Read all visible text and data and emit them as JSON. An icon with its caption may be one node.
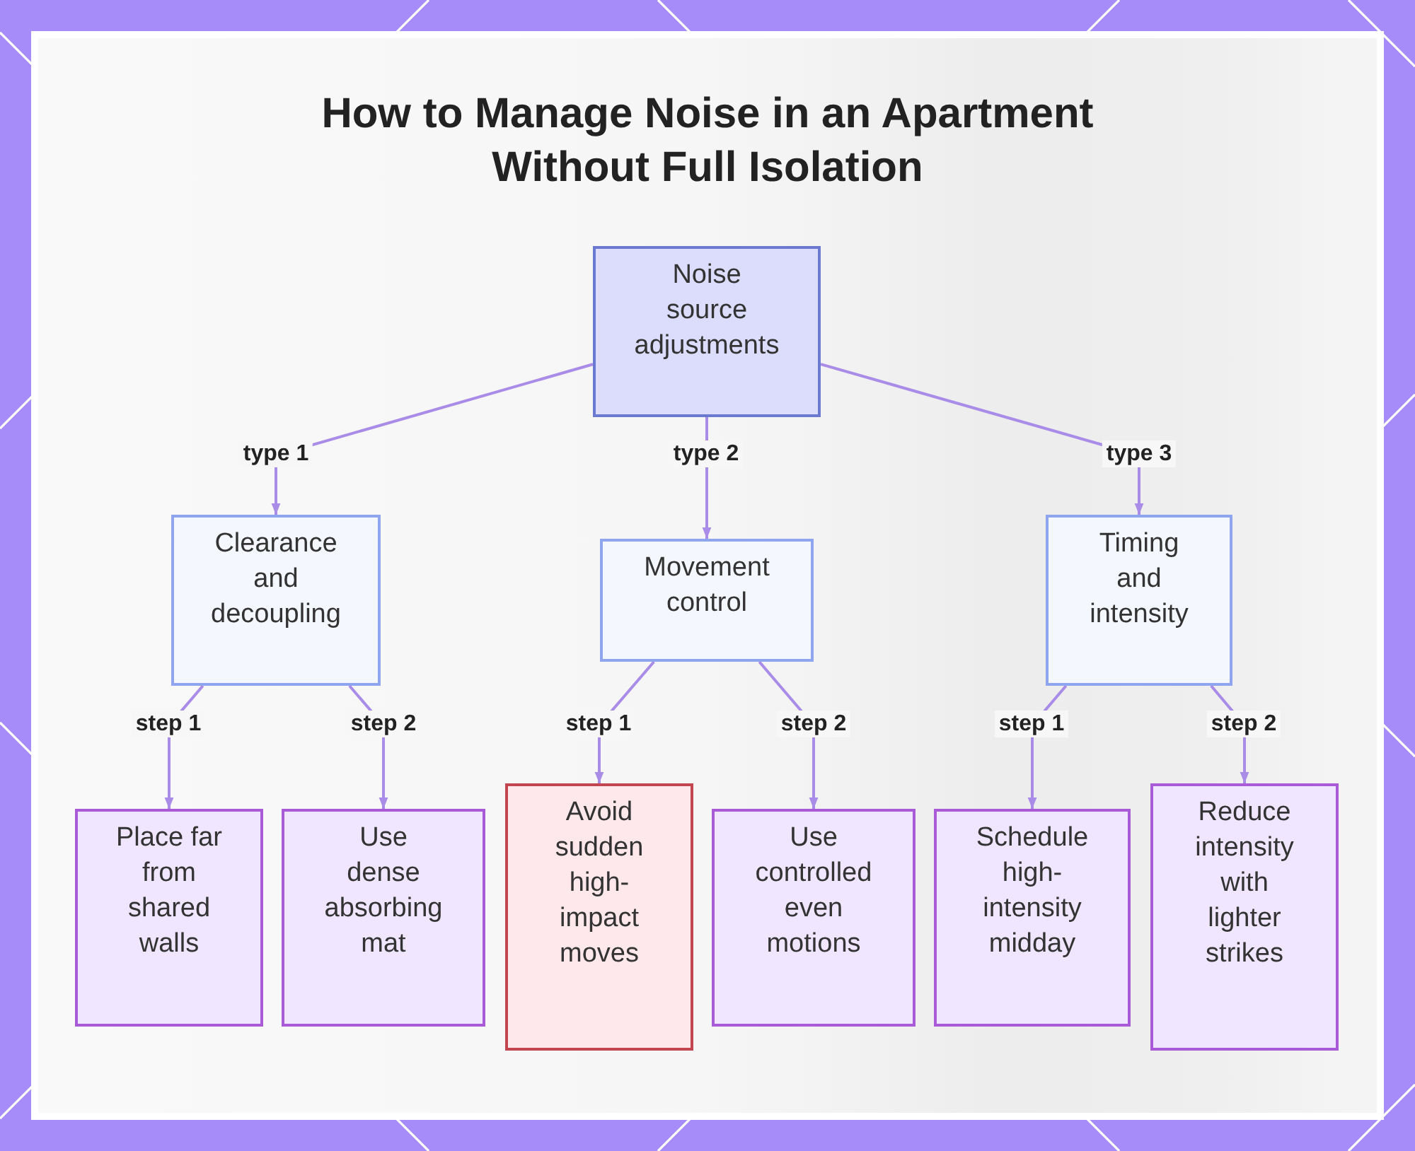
{
  "diagram": {
    "title": "How to Manage Noise in an Apartment Without Full Isolation",
    "nodes": [
      {
        "text": [
          "Noise source adjustments"
        ]
      },
      {
        "text": [
          "Clearance and decoupling"
        ]
      },
      {
        "text": [
          "Movement control"
        ]
      },
      {
        "text": [
          "Timing and intensity"
        ]
      },
      {
        "text": [
          "Place far from shared walls"
        ]
      },
      {
        "text": [
          "Use dense absorbing mat"
        ]
      },
      {
        "text": [
          "Avoid sudden high-impact moves"
        ]
      },
      {
        "text": [
          "Use controlled even motions"
        ]
      },
      {
        "text": [
          "Schedule high-intensity midday"
        ]
      },
      {
        "text": [
          "Reduce intensity with lighter strikes"
        ]
      }
    ],
    "edges": [
      {
        "from": 0,
        "to": 1,
        "arrow": "to",
        "label": "type 1"
      },
      {
        "from": 0,
        "to": 2,
        "arrow": "to",
        "label": "type 2"
      },
      {
        "from": 0,
        "to": 3,
        "arrow": "to",
        "label": "type 3"
      },
      {
        "from": 1,
        "to": 4,
        "arrow": "to",
        "label": "step 1"
      },
      {
        "from": 1,
        "to": 5,
        "arrow": "to",
        "label": "step 2"
      },
      {
        "from": 2,
        "to": 6,
        "arrow": "to",
        "label": "step 1"
      },
      {
        "from": 2,
        "to": 7,
        "arrow": "to",
        "label": "step 2"
      },
      {
        "from": 3,
        "to": 8,
        "arrow": "to",
        "label": "step 1"
      },
      {
        "from": 3,
        "to": 9,
        "arrow": "to",
        "label": "step 2"
      }
    ]
  }
}
